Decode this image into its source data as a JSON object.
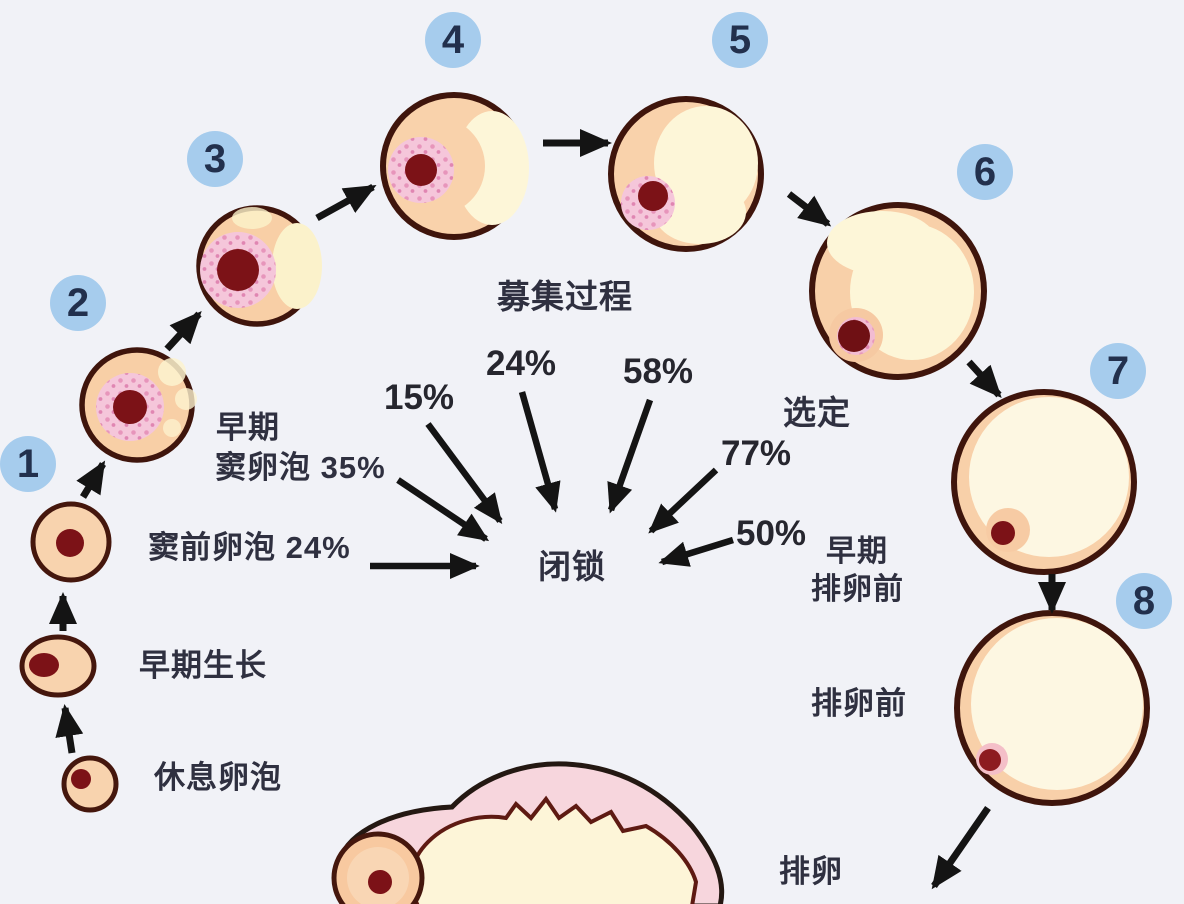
{
  "badges": [
    "1",
    "2",
    "3",
    "4",
    "5",
    "6",
    "7",
    "8"
  ],
  "stage_labels": {
    "resting": "休息卵泡",
    "early_growth": "早期生长",
    "preantral": "窦前卵泡 24%",
    "early_antral_line1": "早期",
    "early_antral_line2": "窦卵泡 35%",
    "recruitment": "募集过程",
    "atresia": "闭锁",
    "selection": "选定",
    "early_preovulatory_line1": "早期",
    "early_preovulatory_line2": "排卵前",
    "preovulatory": "排卵前",
    "ovulation": "排卵"
  },
  "atresia_percentages": {
    "p15": "15%",
    "p24": "24%",
    "p58": "58%",
    "p77": "77%",
    "p50": "50%"
  },
  "colors": {
    "background": "#f1f2f7",
    "badge_blue": "#a6cced",
    "badge_number": "#22304d",
    "text": "#2f3040",
    "arrow_black": "#141414",
    "follicle_outline": "#451a0e",
    "follicle_peach": "#f8d0a9",
    "granulosa_pink": "#f5c6da",
    "granulosa_dots": "#e590b8",
    "nucleus_dark_red": "#7c1217",
    "antrum_cream": "#fdf6d8",
    "ovulation_pink": "#f7d6dd"
  }
}
